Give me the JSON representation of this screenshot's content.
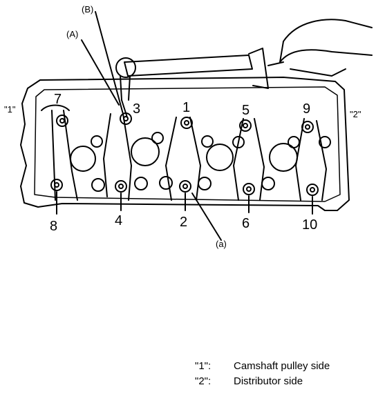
{
  "labels": {
    "B": "(B)",
    "A": "(A)",
    "a": "(a)",
    "side1": "\"1\"",
    "side2": "\"2\""
  },
  "numbers_top": [
    "7",
    "3",
    "1",
    "5",
    "9"
  ],
  "numbers_bottom": [
    "8",
    "4",
    "2",
    "6",
    "10"
  ],
  "legend": [
    {
      "key": "\"1\":",
      "text": "Camshaft pulley side"
    },
    {
      "key": "\"2\":",
      "text": "Distributor side"
    }
  ]
}
